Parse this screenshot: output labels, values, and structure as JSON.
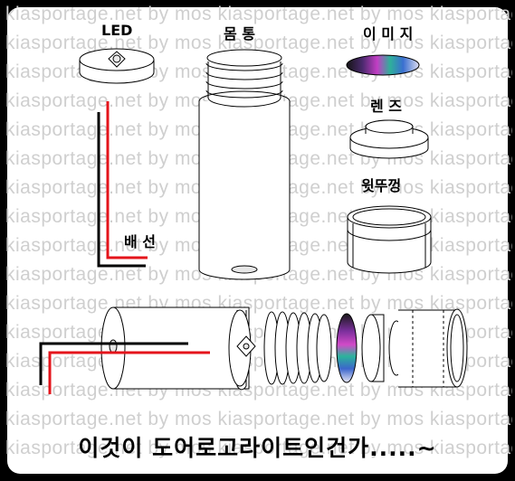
{
  "watermark": "kiasportage.net by mos kiasportage.net by mos kiasportage.net by mos",
  "labels": {
    "led": "LED",
    "body": "몸 통",
    "image": "이 미 지",
    "lens": "렌 즈",
    "cap": "윗뚜껑",
    "wire": "배 선"
  },
  "caption": "이것이 도어로고라이트인건가.....~",
  "colors": {
    "wire_red": "#e4141b",
    "wire_black": "#000000",
    "frame": "#000000",
    "panel": "#ffffff"
  }
}
